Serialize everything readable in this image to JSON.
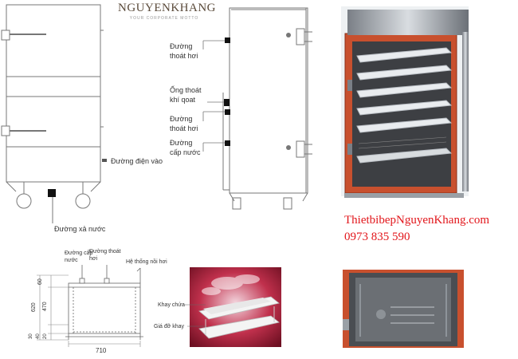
{
  "logo": {
    "name": "NGUYENKHANG",
    "motto": "YOUR CORPORATE MOTTO"
  },
  "contact": {
    "website": "ThietbibepNguyenKhang.com",
    "phone": "0973 835 590"
  },
  "front_view": {
    "electric_input": "Đường điện vào",
    "drain": "Đường xả nước"
  },
  "side_view": {
    "steam_exhaust_1": [
      "Đường",
      "thoát hơi"
    ],
    "steam_pipe": [
      "Ống thoát",
      "khí qoat"
    ],
    "steam_exhaust_2": [
      "Đường",
      "thoát hơi"
    ],
    "water_supply": [
      "Đường",
      "cấp nước"
    ]
  },
  "section_view": {
    "water_supply": [
      "Đường cấp",
      "nước"
    ],
    "steam_exhaust": [
      "Đường thoát",
      "hơi"
    ],
    "boiler_system": "Hệ thống nồi hơi",
    "dim_top": "60",
    "dim_height": "620",
    "dim_body": "470",
    "dim_low1": "30",
    "dim_low2": "40",
    "dim_low3": "20",
    "dim_width": "710"
  },
  "tray_photo": {
    "tray": "Khay chứa",
    "tray_rack": "Giá đỡ khay"
  },
  "colors": {
    "accent": "#e2161b",
    "door_red": "#c8502e",
    "steel": "#9aa0a6"
  }
}
